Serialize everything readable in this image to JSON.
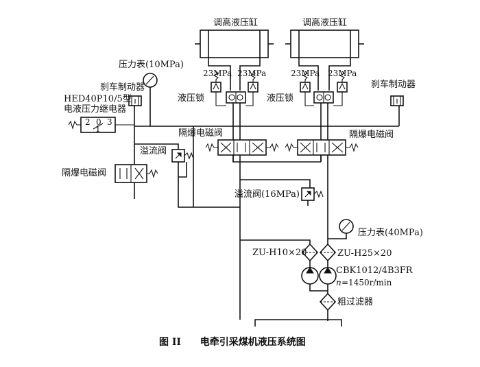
{
  "caption": {
    "figure_number": "图 II",
    "title": "电牵引采煤机液压系统图"
  },
  "cylinders": {
    "left_label": "调高液压缸",
    "right_label": "调高液压缸"
  },
  "pressures": {
    "left_a": "23MPa",
    "left_b": "23MPa",
    "right_a": "23MPa",
    "right_b": "23MPa"
  },
  "locks": {
    "left_outer": "液压锁",
    "left_inner": "液压锁"
  },
  "gauges": {
    "low": "压力表(10MPa)",
    "high": "压力表(40MPa)"
  },
  "brakes": {
    "left": "刹车制动器",
    "right": "刹车制动器"
  },
  "relay": {
    "model": "HED40P10/5型",
    "name": "电液压力继电器",
    "pin2": "2",
    "pin0": "0",
    "pin1": "1",
    "pin3": "3"
  },
  "valves": {
    "explosion_proof_left": "隔爆电磁阀",
    "explosion_proof_mid": "隔爆电磁阀",
    "explosion_proof_right": "隔爆电磁阀",
    "relief_small": "溢流阀",
    "relief_16": "溢流阀(16MPa)"
  },
  "filters": {
    "zu_h10": "ZU-H10×20",
    "zu_h25": "ZU-H25×20",
    "coarse": "粗过滤器"
  },
  "pump": {
    "model": "CBK1012/4B3FR",
    "speed_symbol": "n",
    "speed_value": "=1450r/min"
  }
}
